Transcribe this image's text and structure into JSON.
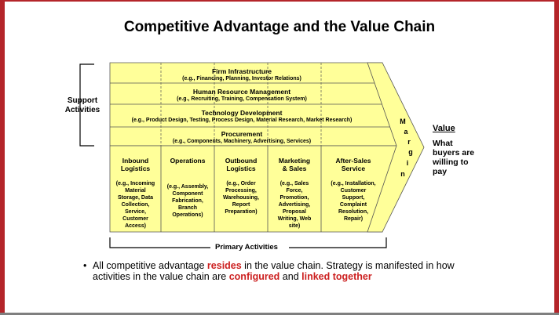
{
  "title": "Competitive Advantage and the Value Chain",
  "support_label": [
    "Support",
    "Activities"
  ],
  "support_rows": [
    {
      "title": "Firm Infrastructure",
      "sub": "(e.g., Financing, Planning, Investor Relations)"
    },
    {
      "title": "Human Resource Management",
      "sub": "(e.g., Recruiting, Training, Compensation System)"
    },
    {
      "title": "Technology Development",
      "sub": "(e.g., Product Design, Testing, Process Design, Material Research, Market Research)"
    },
    {
      "title": "Procurement",
      "sub": "(e.g., Components, Machinery, Advertising, Services)"
    }
  ],
  "primary_columns": [
    {
      "title": [
        "Inbound",
        "Logistics"
      ],
      "sub": [
        "(e.g., Incoming",
        "Material",
        "Storage, Data",
        "Collection,",
        "Service,",
        "Customer",
        "Access)"
      ]
    },
    {
      "title": [
        "Operations"
      ],
      "sub": [
        "(e.g., Assembly,",
        "Component",
        "Fabrication,",
        "Branch",
        "Operations)"
      ]
    },
    {
      "title": [
        "Outbound",
        "Logistics"
      ],
      "sub": [
        "(e.g., Order",
        "Processing,",
        "Warehousing,",
        "Report",
        "Preparation)"
      ]
    },
    {
      "title": [
        "Marketing",
        "& Sales"
      ],
      "sub": [
        "(e.g., Sales",
        "Force,",
        "Promotion,",
        "Advertising,",
        "Proposal",
        "Writing, Web",
        "site)"
      ]
    },
    {
      "title": [
        "After-Sales",
        "Service"
      ],
      "sub": [
        "(e.g., Installation,",
        "Customer",
        "Support,",
        "Complaint",
        "Resolution,",
        "Repair)"
      ]
    }
  ],
  "margin_letters": [
    "M",
    "a",
    "r",
    "g",
    "i",
    "n"
  ],
  "primary_label": "Primary Activities",
  "value_heading": "Value",
  "value_desc": [
    "What",
    "buyers are",
    "willing to",
    "pay"
  ],
  "bullet": {
    "t1": "All competitive advantage ",
    "h1": "resides",
    "t2": " in the value chain. Strategy is manifested in how activities in the value chain are ",
    "h2": "configured",
    "t3": " and ",
    "h3": "linked together"
  },
  "colors": {
    "box_fill": "#ffff99",
    "border": "#b4252a",
    "highlight": "#cc1f1f"
  }
}
